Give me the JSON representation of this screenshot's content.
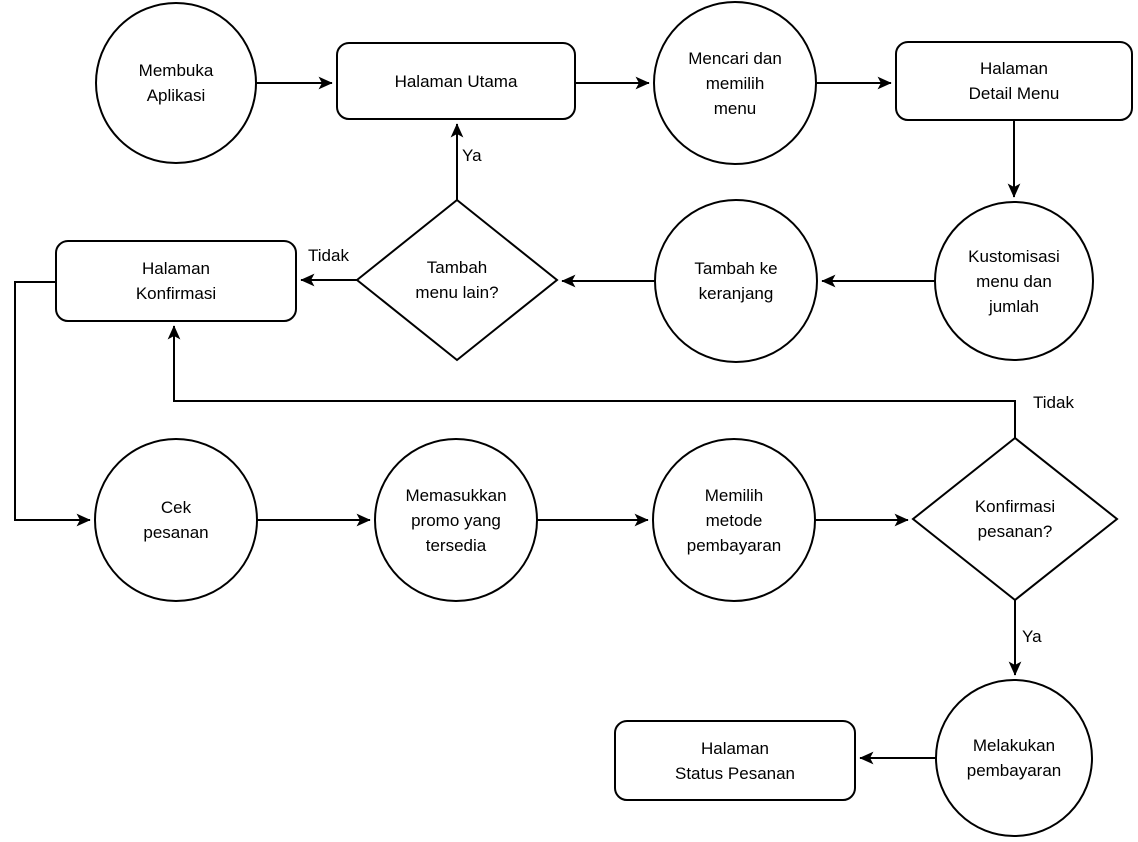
{
  "diagram": {
    "type": "flowchart",
    "colors": {
      "background": "#ffffff",
      "stroke": "#000000",
      "node_fill": "#ffffff",
      "text": "#000000"
    },
    "nodes": {
      "membuka_aplikasi": {
        "shape": "circle",
        "label": "Membuka\nAplikasi"
      },
      "halaman_utama": {
        "shape": "rounded-rect",
        "label": "Halaman Utama"
      },
      "mencari_memilih_menu": {
        "shape": "circle",
        "label": "Mencari dan\nmemilih\nmenu"
      },
      "halaman_detail_menu": {
        "shape": "rounded-rect",
        "label": "Halaman\nDetail Menu"
      },
      "kustomisasi_menu": {
        "shape": "circle",
        "label": "Kustomisasi\nmenu dan\njumlah"
      },
      "tambah_ke_keranjang": {
        "shape": "circle",
        "label": "Tambah ke\nkeranjang"
      },
      "tambah_menu_lain": {
        "shape": "diamond",
        "label": "Tambah\nmenu lain?"
      },
      "halaman_konfirmasi": {
        "shape": "rounded-rect",
        "label": "Halaman\nKonfirmasi"
      },
      "cek_pesanan": {
        "shape": "circle",
        "label": "Cek\npesanan"
      },
      "memasukkan_promo": {
        "shape": "circle",
        "label": "Memasukkan\npromo yang\ntersedia"
      },
      "memilih_metode": {
        "shape": "circle",
        "label": "Memilih\nmetode\npembayaran"
      },
      "konfirmasi_pesanan": {
        "shape": "diamond",
        "label": "Konfirmasi\npesanan?"
      },
      "melakukan_pembayaran": {
        "shape": "circle",
        "label": "Melakukan\npembayaran"
      },
      "halaman_status_pesanan": {
        "shape": "rounded-rect",
        "label": "Halaman\nStatus Pesanan"
      }
    },
    "edge_labels": {
      "tambah_menu_lain_ya": "Ya",
      "tambah_menu_lain_tidak": "Tidak",
      "konfirmasi_pesanan_tidak": "Tidak",
      "konfirmasi_pesanan_ya": "Ya"
    },
    "edges": [
      {
        "from": "membuka_aplikasi",
        "to": "halaman_utama",
        "label": ""
      },
      {
        "from": "halaman_utama",
        "to": "mencari_memilih_menu",
        "label": ""
      },
      {
        "from": "mencari_memilih_menu",
        "to": "halaman_detail_menu",
        "label": ""
      },
      {
        "from": "halaman_detail_menu",
        "to": "kustomisasi_menu",
        "label": ""
      },
      {
        "from": "kustomisasi_menu",
        "to": "tambah_ke_keranjang",
        "label": ""
      },
      {
        "from": "tambah_ke_keranjang",
        "to": "tambah_menu_lain",
        "label": ""
      },
      {
        "from": "tambah_menu_lain",
        "to": "halaman_utama",
        "label": "Ya"
      },
      {
        "from": "tambah_menu_lain",
        "to": "halaman_konfirmasi",
        "label": "Tidak"
      },
      {
        "from": "halaman_konfirmasi",
        "to": "cek_pesanan",
        "label": ""
      },
      {
        "from": "cek_pesanan",
        "to": "memasukkan_promo",
        "label": ""
      },
      {
        "from": "memasukkan_promo",
        "to": "memilih_metode",
        "label": ""
      },
      {
        "from": "memilih_metode",
        "to": "konfirmasi_pesanan",
        "label": ""
      },
      {
        "from": "konfirmasi_pesanan",
        "to": "halaman_konfirmasi",
        "label": "Tidak"
      },
      {
        "from": "konfirmasi_pesanan",
        "to": "melakukan_pembayaran",
        "label": "Ya"
      },
      {
        "from": "melakukan_pembayaran",
        "to": "halaman_status_pesanan",
        "label": ""
      }
    ]
  }
}
